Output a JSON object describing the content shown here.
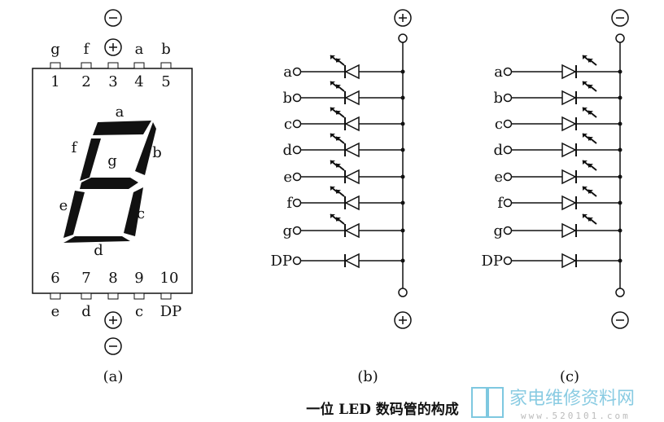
{
  "title": "一位 LED 数码管的构成",
  "watermark": {
    "site_cn": "家电维修资料网",
    "site_url": "www.520101.com"
  },
  "panel_a": {
    "caption": "(a)",
    "top_pins": [
      {
        "num": "1",
        "seg": "g"
      },
      {
        "num": "2",
        "seg": "f"
      },
      {
        "num": "3",
        "seg": "+"
      },
      {
        "num": "4",
        "seg": "a"
      },
      {
        "num": "5",
        "seg": "b"
      }
    ],
    "bottom_pins": [
      {
        "num": "6",
        "seg": "e"
      },
      {
        "num": "7",
        "seg": "d"
      },
      {
        "num": "8",
        "seg": "+"
      },
      {
        "num": "9",
        "seg": "c"
      },
      {
        "num": "10",
        "seg": "DP"
      }
    ],
    "top_terminal": "−",
    "bottom_terminal": "−",
    "segment_labels": {
      "a": "a",
      "b": "b",
      "c": "c",
      "d": "d",
      "e": "e",
      "f": "f",
      "g": "g"
    }
  },
  "panel_b": {
    "caption": "(b)",
    "rows": [
      "a",
      "b",
      "c",
      "d",
      "e",
      "f",
      "g",
      "DP"
    ],
    "top_terminal": "+",
    "bottom_terminal": "+",
    "type": "common-anode"
  },
  "panel_c": {
    "caption": "(c)",
    "rows": [
      "a",
      "b",
      "c",
      "d",
      "e",
      "f",
      "g",
      "DP"
    ],
    "top_terminal": "−",
    "bottom_terminal": "−",
    "type": "common-cathode"
  }
}
